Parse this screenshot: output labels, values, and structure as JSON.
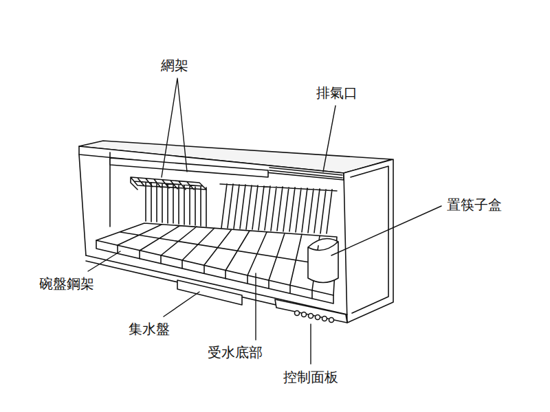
{
  "diagram": {
    "labels": [
      "網架",
      "排氣口",
      "置筷子盒",
      "碗盤鋼架",
      "集水盤",
      "受水底部",
      "控制面板"
    ]
  }
}
